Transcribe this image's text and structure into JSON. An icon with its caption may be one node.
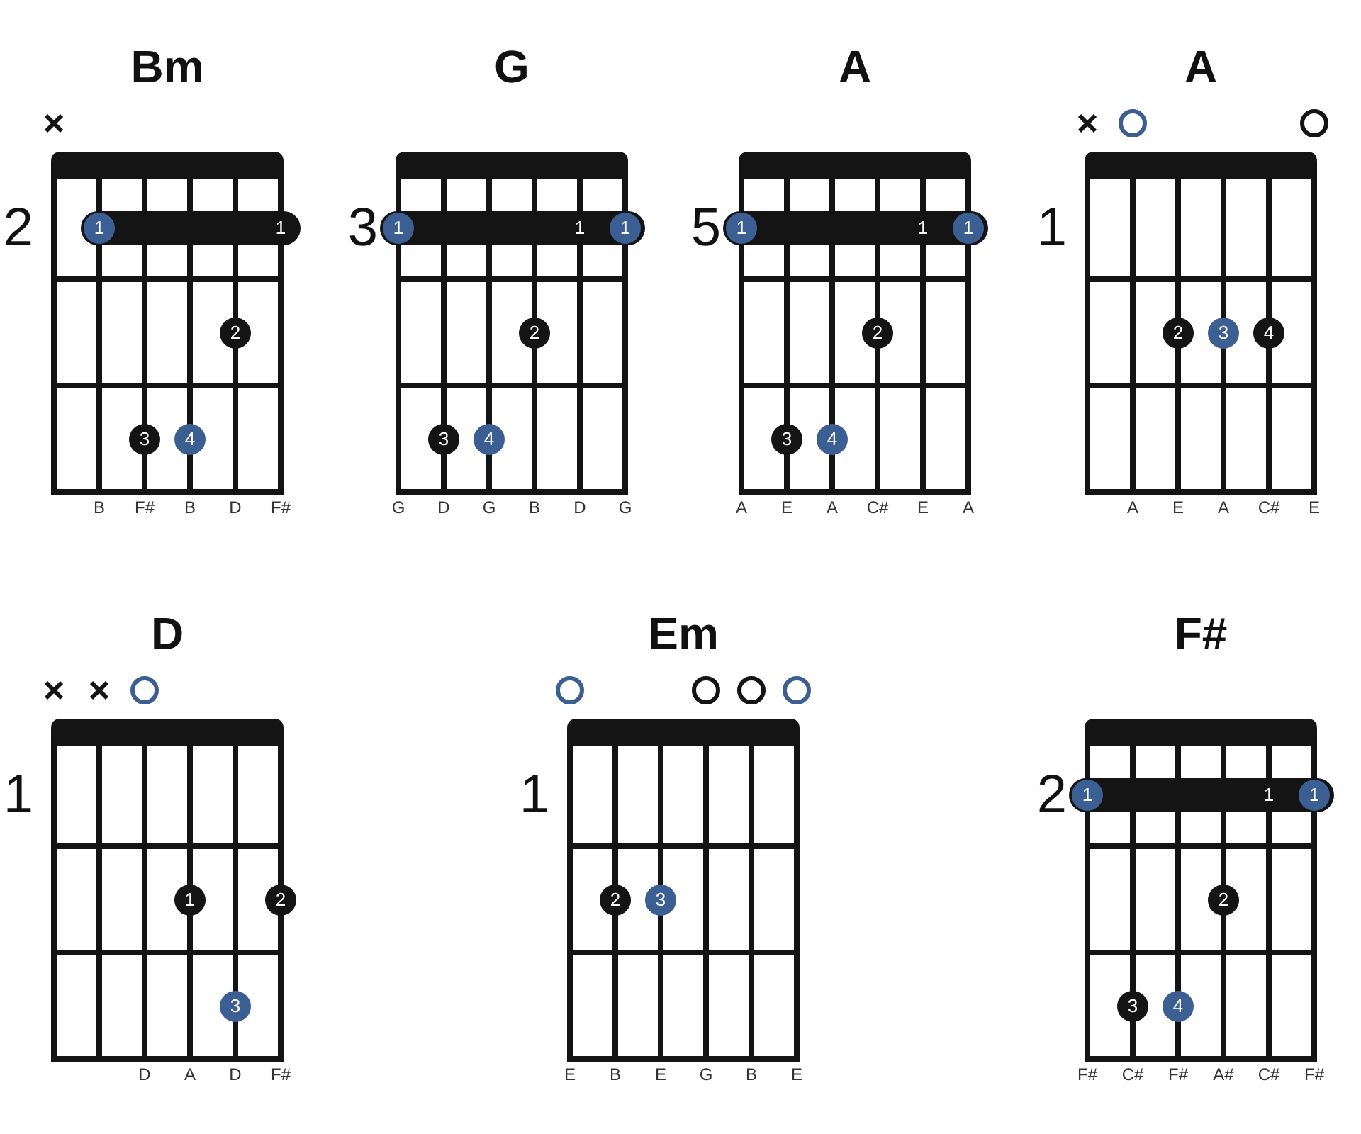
{
  "diagram": {
    "nodes": [
      {
        "text": [
          "Bm"
        ],
        "beside": [
          "2",
          "B",
          "F#",
          "B",
          "D",
          "F#"
        ]
      },
      {
        "text": [
          "1"
        ],
        "in": 0
      },
      {
        "text": [
          "1"
        ],
        "in": 1
      },
      {
        "text": [
          "2"
        ],
        "in": 0
      },
      {
        "text": [
          "3"
        ],
        "in": 0
      },
      {
        "text": [
          "4"
        ],
        "in": 0
      },
      {
        "text": [
          "G"
        ],
        "beside": [
          "3",
          "G",
          "D",
          "G",
          "B",
          "D",
          "G"
        ]
      },
      {
        "text": [
          "1"
        ],
        "in": 6
      },
      {
        "text": [
          "1"
        ],
        "in": 7
      },
      {
        "text": [
          "1"
        ],
        "in": 7
      },
      {
        "text": [
          "2"
        ],
        "in": 6
      },
      {
        "text": [
          "3"
        ],
        "in": 6
      },
      {
        "text": [
          "4"
        ],
        "in": 6
      },
      {
        "text": [
          "A"
        ],
        "beside": [
          "5",
          "A",
          "E",
          "A",
          "C#",
          "E",
          "A"
        ]
      },
      {
        "text": [
          "1"
        ],
        "in": 13
      },
      {
        "text": [
          "1"
        ],
        "in": 14
      },
      {
        "text": [
          "1"
        ],
        "in": 14
      },
      {
        "text": [
          "2"
        ],
        "in": 13
      },
      {
        "text": [
          "3"
        ],
        "in": 13
      },
      {
        "text": [
          "4"
        ],
        "in": 13
      },
      {
        "text": [
          "A"
        ],
        "beside": [
          "1",
          "A",
          "E",
          "A",
          "C#",
          "E"
        ]
      },
      {
        "text": [],
        "shape": "circle",
        "in": 20
      },
      {
        "text": [],
        "shape": "circle",
        "in": 20
      },
      {
        "text": [
          "2"
        ],
        "in": 20
      },
      {
        "text": [
          "3"
        ],
        "in": 20
      },
      {
        "text": [
          "4"
        ],
        "in": 20
      },
      {
        "text": [
          "D"
        ],
        "beside": [
          "1",
          "D",
          "A",
          "D",
          "F#"
        ]
      },
      {
        "text": [],
        "shape": "circle",
        "in": 26
      },
      {
        "text": [
          "1"
        ],
        "in": 26
      },
      {
        "text": [
          "2"
        ],
        "in": 26
      },
      {
        "text": [
          "3"
        ],
        "in": 26
      },
      {
        "text": [
          "Em"
        ],
        "beside": [
          "1",
          "E",
          "B",
          "E",
          "G",
          "B",
          "E"
        ]
      },
      {
        "text": [],
        "shape": "circle",
        "in": 31
      },
      {
        "text": [],
        "shape": "circle",
        "in": 31
      },
      {
        "text": [],
        "shape": "circle",
        "in": 31
      },
      {
        "text": [],
        "shape": "circle",
        "in": 31
      },
      {
        "text": [
          "2"
        ],
        "in": 31
      },
      {
        "text": [
          "3"
        ],
        "in": 31
      },
      {
        "text": [
          "F#"
        ],
        "beside": [
          "2",
          "F#",
          "C#",
          "F#",
          "A#",
          "C#",
          "F#"
        ]
      },
      {
        "text": [
          "1"
        ],
        "in": 38
      },
      {
        "text": [
          "1"
        ],
        "in": 39
      },
      {
        "text": [
          "1"
        ],
        "in": 39
      },
      {
        "text": [
          "2"
        ],
        "in": 38
      },
      {
        "text": [
          "3"
        ],
        "in": 38
      },
      {
        "text": [
          "4"
        ],
        "in": 38
      }
    ]
  }
}
